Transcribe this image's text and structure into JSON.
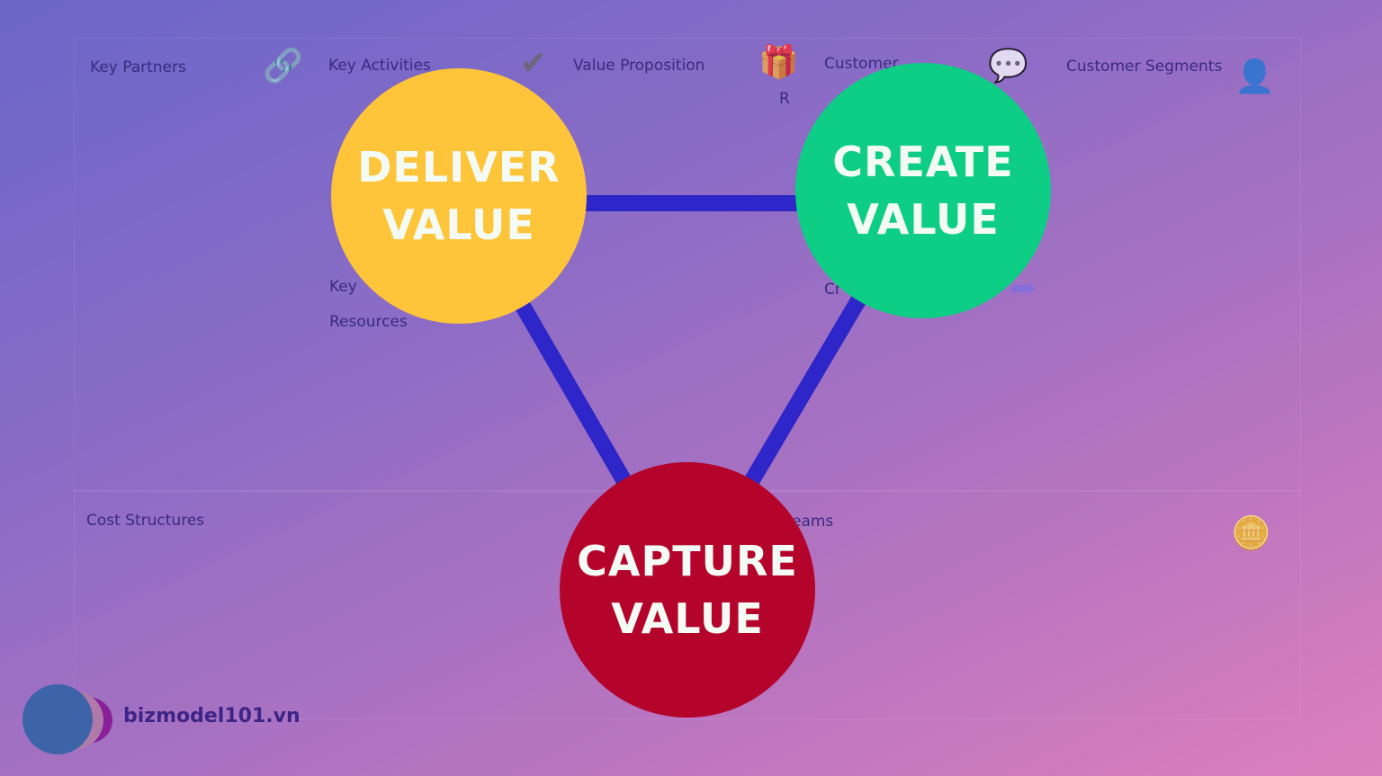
{
  "canvas": {
    "key_partners": "Key Partners",
    "key_activities": "Key Activities",
    "value_proposition": "Value Proposition",
    "customer_relationships_line1": "Customer",
    "customer_relationships_line2": "R",
    "customer_segments": "Customer Segments",
    "key_resources_line1": "Key",
    "key_resources_line2": "Resources",
    "channels_partial": "Cr",
    "cost_structures": "Cost Structures",
    "revenue_streams_partial": "eams"
  },
  "triangle": {
    "deliver": {
      "line1": "DELIVER",
      "line2": "VALUE",
      "color": "#fec43a"
    },
    "create": {
      "line1": "CREATE",
      "line2": "VALUE",
      "color": "#0ecd84"
    },
    "capture": {
      "line1": "CAPTURE",
      "line2": "VALUE",
      "color": "#b4042b"
    },
    "line_color": "#2e26c8"
  },
  "brand": {
    "name": "bizmodel101.vn"
  }
}
